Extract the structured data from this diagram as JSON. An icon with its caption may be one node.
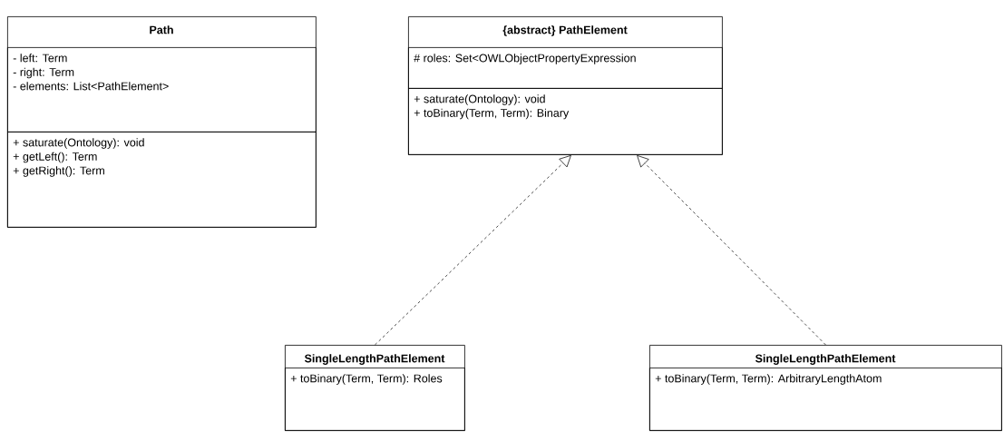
{
  "diagram": {
    "nodes": [
      {
        "text": [
          "Path"
        ]
      },
      {
        "text": [
          "- left: Term",
          "- right: Term",
          "- elements: List<PathElement>"
        ],
        "in": 0
      },
      {
        "text": [
          "+ saturate(Ontology): void",
          "+ getLeft(): Term",
          "+ getRight(): Term"
        ],
        "in": 0
      },
      {
        "text": [
          "{abstract} PathElement"
        ]
      },
      {
        "text": [
          "# roles: Set<OWLObjectPropertyExpression"
        ],
        "in": 3
      },
      {
        "text": [
          "+ saturate(Ontology): void",
          "+ toBinary(Term, Term): Binary"
        ],
        "in": 3
      },
      {
        "text": [
          "SingleLengthPathElement"
        ]
      },
      {
        "text": [
          "+ toBinary(Term, Term): Roles"
        ],
        "in": 6
      },
      {
        "text": [
          "SingleLengthPathElement"
        ]
      },
      {
        "text": [
          "+ toBinary(Term, Term): ArbitraryLengthAtom"
        ],
        "in": 8
      }
    ],
    "edges": [
      {
        "from": 6,
        "to": 3,
        "arrow": "to",
        "style": "dashed"
      },
      {
        "from": 8,
        "to": 3,
        "arrow": "to",
        "style": "dashed"
      }
    ]
  }
}
